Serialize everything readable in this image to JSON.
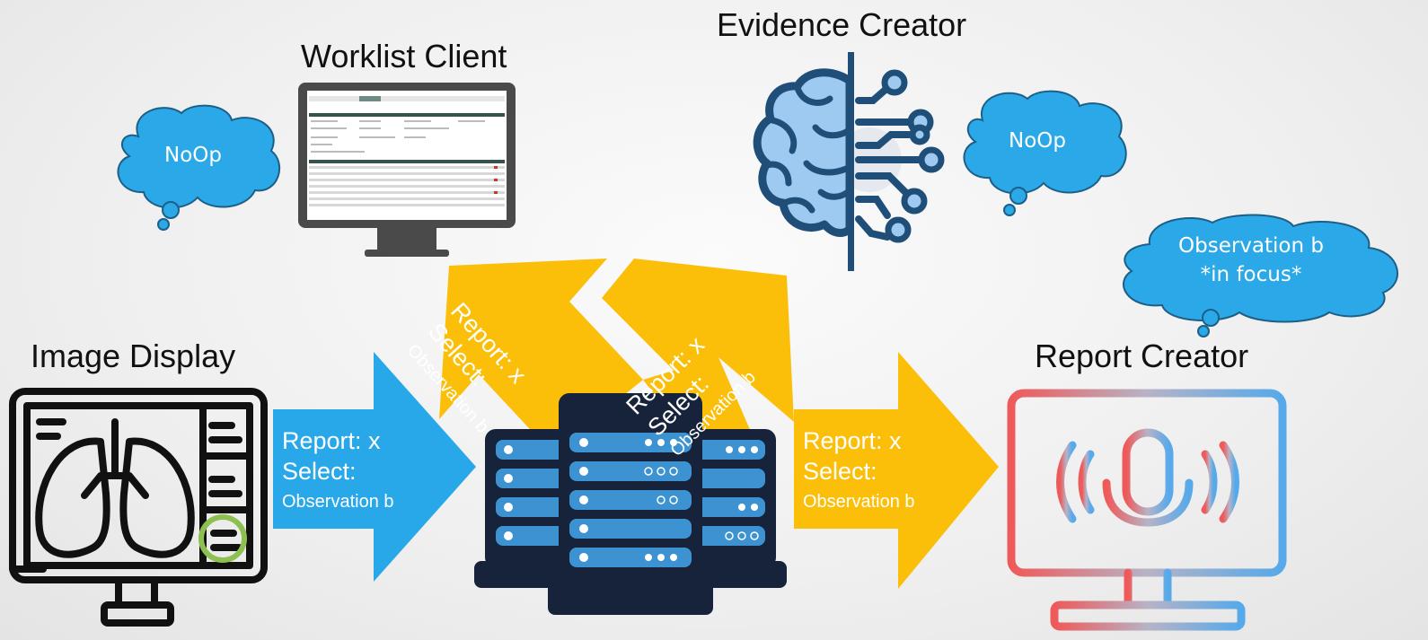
{
  "labels": {
    "worklist_client": "Worklist Client",
    "evidence_creator": "Evidence Creator",
    "image_display": "Image Display",
    "report_creator": "Report Creator"
  },
  "clouds": {
    "worklist": "NoOp",
    "evidence": "NoOp",
    "report_line1": "Observation b",
    "report_line2": "*in focus*"
  },
  "messages": {
    "report": "Report: x",
    "select": "Select:",
    "observation": "Observation b"
  },
  "colors": {
    "blue_arrow": "#29a8e9",
    "yellow_arrow": "#fbbf0a",
    "cloud": "#2aa8e8",
    "hub_dark": "#16233a",
    "hub_blue": "#3d93d1",
    "brain_dark": "#1f4e79",
    "brain_light": "#9ec9f0",
    "focus_ring": "#8cc152"
  },
  "icons": {
    "worklist": "monitor-worklist-icon",
    "evidence": "ai-brain-icon",
    "image_display": "lung-xray-monitor-icon",
    "report": "microphone-monitor-icon",
    "hub": "server-hub-icon"
  }
}
